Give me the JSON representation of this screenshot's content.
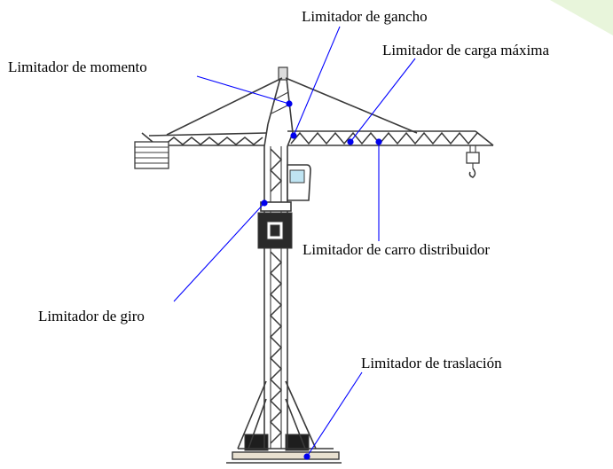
{
  "labels": {
    "hook_limiter": "Limitador de gancho",
    "max_load_limiter": "Limitador de carga máxima",
    "moment_limiter": "Limitador de momento",
    "trolley_limiter": "Limitador de carro distribuidor",
    "slew_limiter": "Limitador de giro",
    "travel_limiter": "Limitador de traslación"
  },
  "colors": {
    "leader_line": "#0000ff",
    "marker_dot": "#0000ee",
    "crane_stroke": "#3a3a3a",
    "accent_corner": "#e6f4d7"
  }
}
